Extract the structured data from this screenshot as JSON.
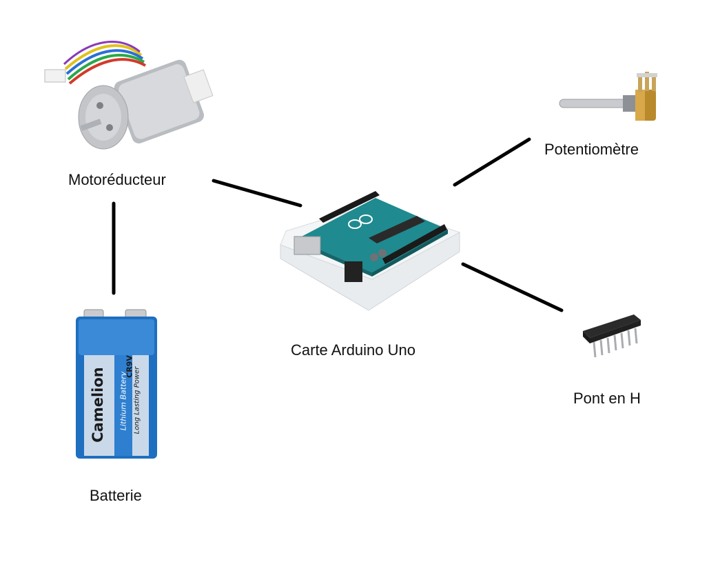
{
  "labels": {
    "motor": "Motoréducteur",
    "potentiometer": "Potentiomètre",
    "arduino": "Carte Arduino Uno",
    "h_bridge": "Pont en H",
    "battery": "Batterie"
  },
  "battery_print": {
    "brand": "Camelion",
    "type": "Lithium Battery",
    "tagline": "Long Lasting Power",
    "model": "CR9V"
  },
  "colors": {
    "wire": "#000000",
    "arduino_board": "#1f8a8f",
    "battery_blue": "#1e6fbf",
    "battery_label": "#2e7fd0"
  }
}
